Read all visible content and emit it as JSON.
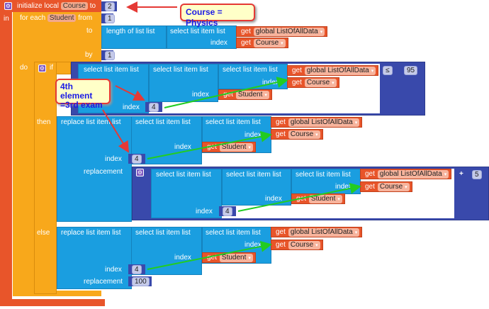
{
  "init": {
    "label": "initialize local",
    "var": "Course",
    "to": "to",
    "value": "2",
    "in": "in"
  },
  "callouts": {
    "course": "Course = Physics",
    "fourth_line1": "4th element",
    "fourth_line2": "=3rd exam"
  },
  "foreach": {
    "label": "for each",
    "var": "Student",
    "from": "from",
    "from_value": "1",
    "to": "to",
    "by": "by",
    "by_value": "1",
    "do": "do"
  },
  "labels": {
    "length_of_list": "length of list  list",
    "select": "select list item  list",
    "index": "index",
    "get": "get",
    "replace": "replace list item  list",
    "replacement": "replacement",
    "if": "if",
    "then": "then",
    "else": "else"
  },
  "vars": {
    "global": "global ListOfAllData",
    "course": "Course",
    "student": "Student"
  },
  "compare": {
    "op": "≤",
    "value": "95"
  },
  "add": {
    "op": "+",
    "value": "5"
  },
  "index_value": "4",
  "else_replacement": "100",
  "colors": {
    "variable": "#e8552a",
    "control": "#f8a81b",
    "list": "#1a9ee0",
    "math": "#3949ab"
  }
}
